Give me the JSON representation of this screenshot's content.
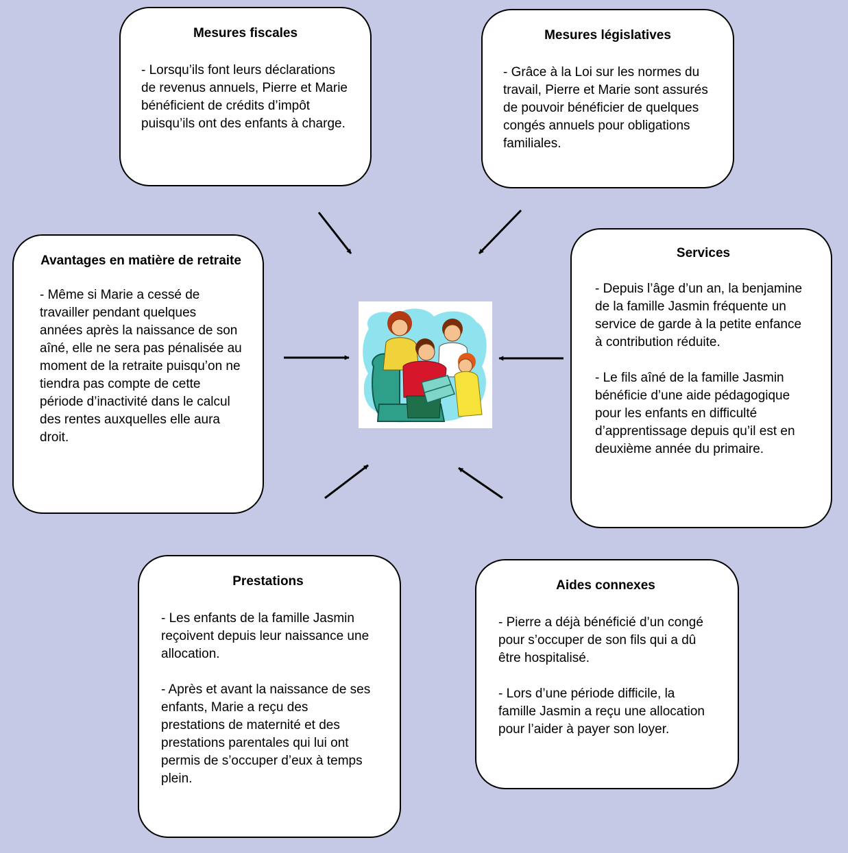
{
  "boxes": {
    "fiscales": {
      "title": "Mesures fiscales",
      "paragraphs": [
        "- Lorsqu’ils font leurs déclarations de revenus annuels, Pierre et Marie bénéficient de crédits d’impôt puisqu’ils ont des enfants à charge."
      ]
    },
    "legislatives": {
      "title": "Mesures législatives",
      "paragraphs": [
        "- Grâce à la Loi sur les normes du travail, Pierre et Marie sont assurés de pouvoir bénéficier de quelques congés annuels pour obligations familiales."
      ]
    },
    "retraite": {
      "title": "Avantages en matière de retraite",
      "paragraphs": [
        "- Même si Marie a cessé de travailler pendant quelques années après la naissance de son aîné, elle ne sera pas pénalisée au moment de la retraite puisqu’on ne tiendra pas compte de cette période d’inactivité dans le calcul des rentes auxquelles elle aura droit."
      ]
    },
    "services": {
      "title": "Services",
      "paragraphs": [
        "- Depuis l’âge d’un an, la benjamine de la famille Jasmin fréquente un service de garde à la petite enfance à contribution réduite.",
        "- Le fils aîné de la famille Jasmin bénéficie d’une aide pédagogique pour les enfants en difficulté d’apprentissage depuis qu’il est en deuxième année du primaire."
      ]
    },
    "prestations": {
      "title": "Prestations",
      "paragraphs": [
        "- Les enfants de la famille Jasmin reçoivent depuis leur naissance une allocation.",
        "- Après et avant la naissance de ses enfants, Marie a reçu des prestations de maternité et des prestations parentales qui lui ont permis de s’occuper d’eux à temps plein."
      ]
    },
    "connexes": {
      "title": "Aides connexes",
      "paragraphs": [
        "- Pierre a déjà bénéficié d’un congé pour s’occuper de son fils qui a dû être hospitalisé.",
        "- Lors d’une période difficile, la famille Jasmin a reçu une allocation pour l’aider à payer son loyer."
      ]
    }
  },
  "colors": {
    "background": "#c6c9e5",
    "box_fill": "#ffffff",
    "box_border": "#000000",
    "arrow": "#000000"
  }
}
